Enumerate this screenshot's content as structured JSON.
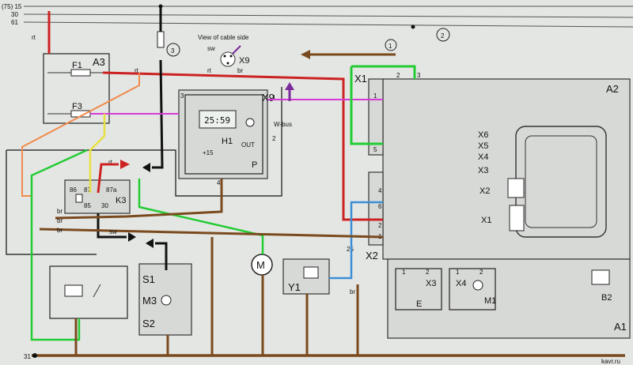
{
  "bus": {
    "b1": "(75) 15",
    "b2": "30",
    "b3": "61"
  },
  "circles": {
    "c1": "1",
    "c2": "2",
    "c3": "3"
  },
  "cable_view": {
    "title": "View of cable side",
    "sw": "sw",
    "rt": "rt",
    "br": "br",
    "name": "X9"
  },
  "labels": {
    "a1": "A1",
    "a2": "A2",
    "a3": "A3",
    "f1": "F1",
    "f3": "F3",
    "x1": "X1",
    "x2": "X2",
    "x9": "X9",
    "k3": "K3",
    "h1": "H1",
    "p": "P",
    "wbus": "W-bus",
    "s1": "S1",
    "m3": "M3",
    "s2": "S2",
    "y1": "Y1",
    "m": "M",
    "x3": "X3",
    "x4": "X4",
    "e": "E",
    "m1": "M1",
    "b2": "B2",
    "term31": "31",
    "watermark": "kavr.ru",
    "out": "OUT",
    "plus15": "+15"
  },
  "connectors": [
    "X6",
    "X5",
    "X4",
    "X3",
    "X2",
    "X1"
  ],
  "wires": {
    "rt1": "rt",
    "rt2": "rt",
    "rt3": "rt",
    "sw": "sw",
    "br1": "br",
    "br2": "br",
    "br3": "br",
    "br4": "br"
  },
  "k3_pins": {
    "p86": "86",
    "p87": "87",
    "p87a": "87a",
    "p85": "85",
    "p30": "30"
  },
  "pins": {
    "n1": "1",
    "n2": "2",
    "n3": "3",
    "n4": "4",
    "n5": "5",
    "n6": "6",
    "n25": "25",
    "m1": "1",
    "m2": "2",
    "m3": "1",
    "m4": "2"
  },
  "x1_pins": {
    "t2": "2",
    "t3": "3",
    "t1": "1",
    "t5": "5"
  },
  "x2_pins": {
    "t4": "4",
    "t6": "6",
    "t2": "2",
    "t1": "1"
  },
  "x9_pins": {
    "t3": "3",
    "t1": "1",
    "t2": "2",
    "t4": "4"
  },
  "display": "25:59",
  "colors": {
    "red": "#cc2222",
    "brown": "#7a4a1e",
    "green": "#22cc33",
    "orange": "#f08a4b",
    "yellow": "#e8e040",
    "magenta": "#d63ad6",
    "blue": "#3a8fd6",
    "purple": "#7a2a9a",
    "black": "#111111"
  }
}
